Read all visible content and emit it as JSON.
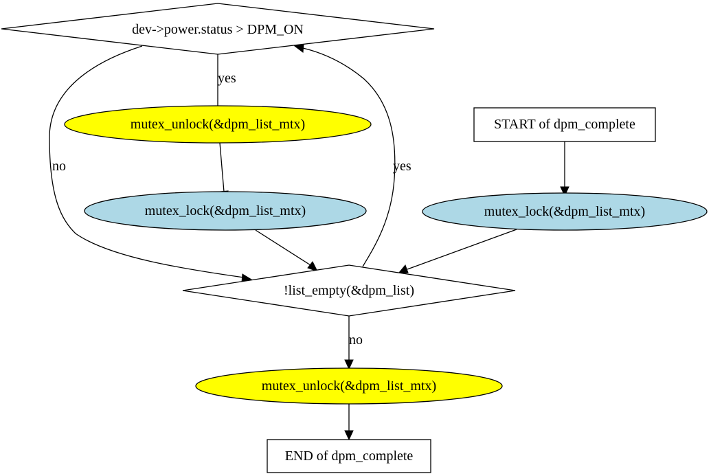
{
  "nodes": {
    "power_status_check": "dev->power.status > DPM_ON",
    "unlock_top": "mutex_unlock(&dpm_list_mtx)",
    "lock_left": "mutex_lock(&dpm_list_mtx)",
    "start": "START of dpm_complete",
    "lock_right": "mutex_lock(&dpm_list_mtx)",
    "list_check": "!list_empty(&dpm_list)",
    "unlock_bottom": "mutex_unlock(&dpm_list_mtx)",
    "end": "END of dpm_complete"
  },
  "edges": {
    "status_yes": "yes",
    "status_no": "no",
    "list_yes": "yes",
    "list_no": "no"
  },
  "colors": {
    "unlock_fill": "#ffff00",
    "lock_fill": "#add8e6",
    "box_fill": "#ffffff"
  }
}
